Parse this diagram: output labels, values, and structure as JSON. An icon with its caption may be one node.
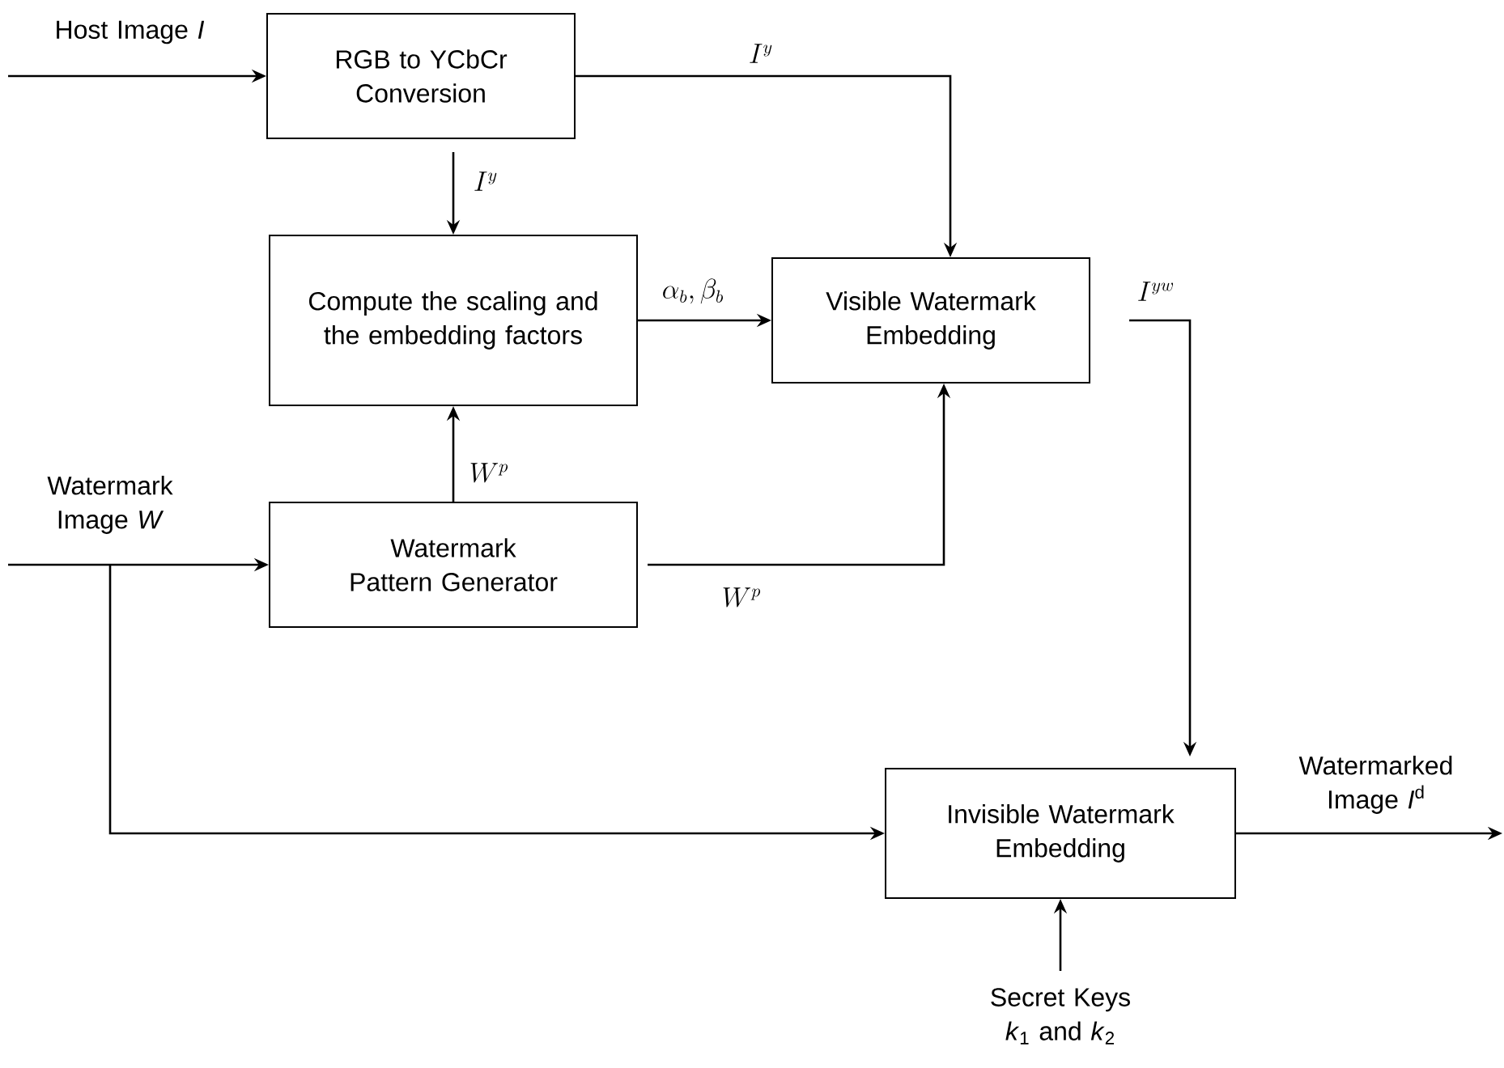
{
  "diagram": {
    "nodes": [
      {
        "text": [
          "RGB to YCbCr Conversion"
        ]
      },
      {
        "text": [
          "Compute the scaling and the embedding factors"
        ]
      },
      {
        "text": [
          "Visible Watermark Embedding"
        ]
      },
      {
        "text": [
          "Watermark Pattern Generator"
        ]
      },
      {
        "text": [
          "Invisible Watermark Embedding"
        ]
      }
    ],
    "edges": [
      {
        "from": null,
        "to": 0,
        "arrow": "to",
        "label": "Host Image *I*"
      },
      {
        "from": 0,
        "to": 2,
        "arrow": "to",
        "label": "I^{y}"
      },
      {
        "from": 0,
        "to": 1,
        "arrow": "to",
        "label": "I^{y}"
      },
      {
        "from": 1,
        "to": 2,
        "arrow": "to",
        "label": "\\alpha_b, \\beta_b"
      },
      {
        "from": 3,
        "to": 1,
        "arrow": "to",
        "label": "W^{p}"
      },
      {
        "from": 3,
        "to": 2,
        "arrow": "to",
        "label": "W^{p}"
      },
      {
        "from": null,
        "to": 3,
        "arrow": "to",
        "label": "Watermark Image *W*"
      },
      {
        "from": null,
        "to": 4,
        "arrow": "to"
      },
      {
        "from": 2,
        "to": 4,
        "arrow": "to",
        "label": "I^{yw}"
      },
      {
        "from": 4,
        "to": null,
        "arrow": "to",
        "label": "Watermarked Image *I*$^{d}$"
      },
      {
        "from": null,
        "to": 4,
        "arrow": "to",
        "label": "Secret Keys *k*$_{1}$ and *k*$_{2}$"
      }
    ]
  }
}
